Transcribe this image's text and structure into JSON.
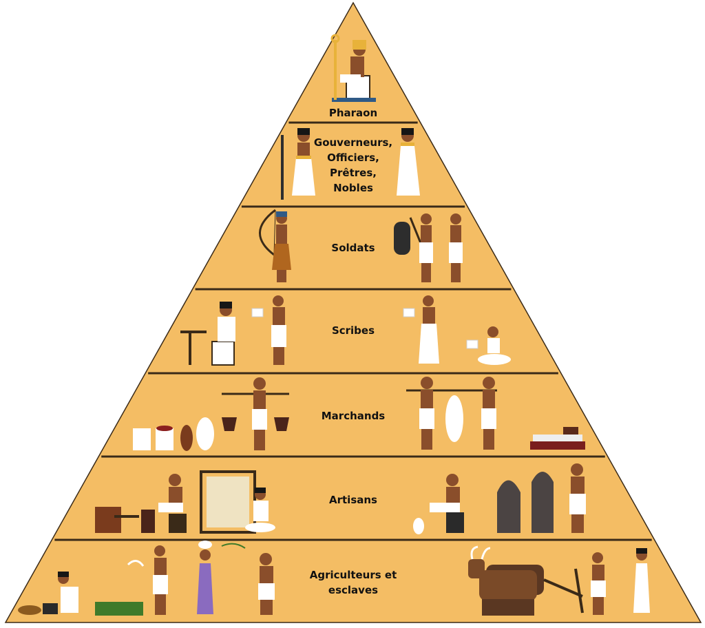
{
  "diagram": {
    "colors": {
      "fill": "#f4bd64",
      "outline": "#3a2a18",
      "skin": "#8a4e2b",
      "linen": "#ffffff",
      "hair": "#161616",
      "gold": "#e8b23a",
      "blue": "#2f5a86",
      "wood": "#5a3a22",
      "stone": "#4b4443"
    },
    "tiers": [
      {
        "id": "pharaon",
        "lines": [
          "Pharaon"
        ]
      },
      {
        "id": "gouverneurs",
        "lines": [
          "Gouverneurs,",
          "Officiers,",
          "Prêtres,",
          "Nobles"
        ]
      },
      {
        "id": "soldats",
        "lines": [
          "Soldats"
        ]
      },
      {
        "id": "scribes",
        "lines": [
          "Scribes"
        ]
      },
      {
        "id": "marchands",
        "lines": [
          "Marchands"
        ]
      },
      {
        "id": "artisans",
        "lines": [
          "Artisans"
        ]
      },
      {
        "id": "agriculteurs",
        "lines": [
          "Agriculteurs et",
          "esclaves"
        ]
      }
    ]
  }
}
